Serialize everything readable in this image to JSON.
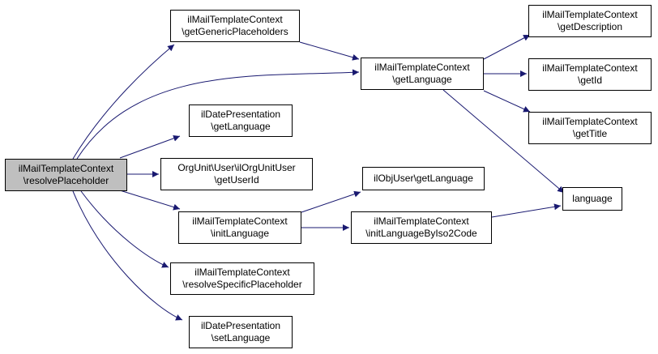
{
  "graph": {
    "nodes": {
      "root": {
        "l1": "ilMailTemplateContext",
        "l2": "\\resolvePlaceholder"
      },
      "generic": {
        "l1": "ilMailTemplateContext",
        "l2": "\\getGenericPlaceholders"
      },
      "getlang": {
        "l1": "ilMailTemplateContext",
        "l2": "\\getLanguage"
      },
      "desc": {
        "l1": "ilMailTemplateContext",
        "l2": "\\getDescription"
      },
      "getid": {
        "l1": "ilMailTemplateContext",
        "l2": "\\getId"
      },
      "title": {
        "l1": "ilMailTemplateContext",
        "l2": "\\getTitle"
      },
      "dpget": {
        "l1": "ilDatePresentation",
        "l2": "\\getLanguage"
      },
      "orgunit": {
        "l1": "OrgUnit\\User\\ilOrgUnitUser",
        "l2": "\\getUserId"
      },
      "objuser": {
        "l1": "ilObjUser\\getLanguage"
      },
      "language": {
        "l1": "language"
      },
      "initlang": {
        "l1": "ilMailTemplateContext",
        "l2": "\\initLanguage"
      },
      "iso2": {
        "l1": "ilMailTemplateContext",
        "l2": "\\initLanguageByIso2Code"
      },
      "specific": {
        "l1": "ilMailTemplateContext",
        "l2": "\\resolveSpecificPlaceholder"
      },
      "dpset": {
        "l1": "ilDatePresentation",
        "l2": "\\setLanguage"
      }
    },
    "colors": {
      "edge": "#191970",
      "root_fill": "#bfbfbf",
      "node_fill": "#ffffff"
    }
  }
}
